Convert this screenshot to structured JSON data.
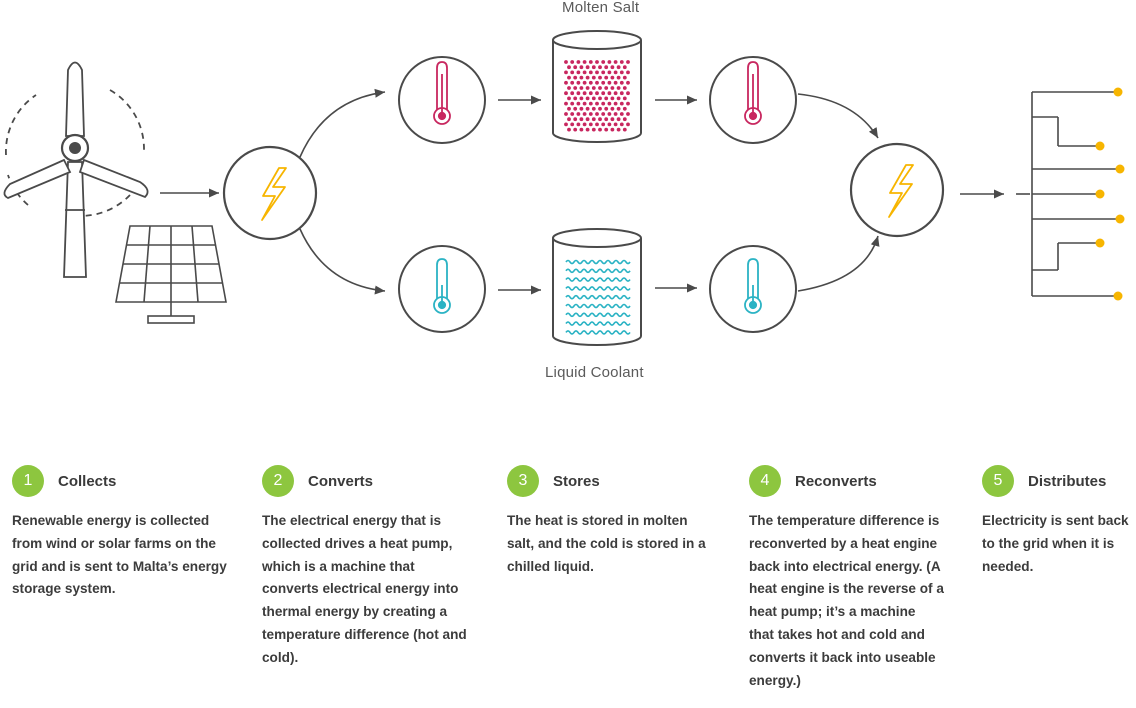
{
  "labels": {
    "top_tank": "Molten Salt",
    "bottom_tank": "Liquid Coolant"
  },
  "colors": {
    "accent_green": "#8dc63f",
    "hot": "#c8275f",
    "cold": "#2bb3c4",
    "energy": "#f7b500",
    "line": "#4a4a4a"
  },
  "icons": [
    "wind-turbine-icon",
    "solar-panel-icon",
    "lightning-bolt-icon",
    "thermometer-hot-icon",
    "thermometer-cold-icon",
    "molten-salt-tank-icon",
    "liquid-coolant-tank-icon",
    "grid-distribution-icon"
  ],
  "steps": [
    {
      "number": "1",
      "title": "Collects",
      "text": "Renewable energy is collected from wind or solar farms on the grid and is sent to Malta’s energy storage system."
    },
    {
      "number": "2",
      "title": "Converts",
      "text": "The electrical energy that is collected drives a heat pump, which is a machine that converts electrical energy into thermal energy by creating a temperature difference (hot and cold)."
    },
    {
      "number": "3",
      "title": "Stores",
      "text": "The heat is stored in molten salt, and the cold is stored in a chilled liquid."
    },
    {
      "number": "4",
      "title": "Reconverts",
      "text": "The temperature difference is reconverted by a heat engine back into electrical energy. (A heat engine is the reverse of a heat pump; it’s a machine that takes hot and cold and converts it back into useable energy.)"
    },
    {
      "number": "5",
      "title": "Distributes",
      "text": "Electricity is sent back to the grid when it is needed."
    }
  ]
}
